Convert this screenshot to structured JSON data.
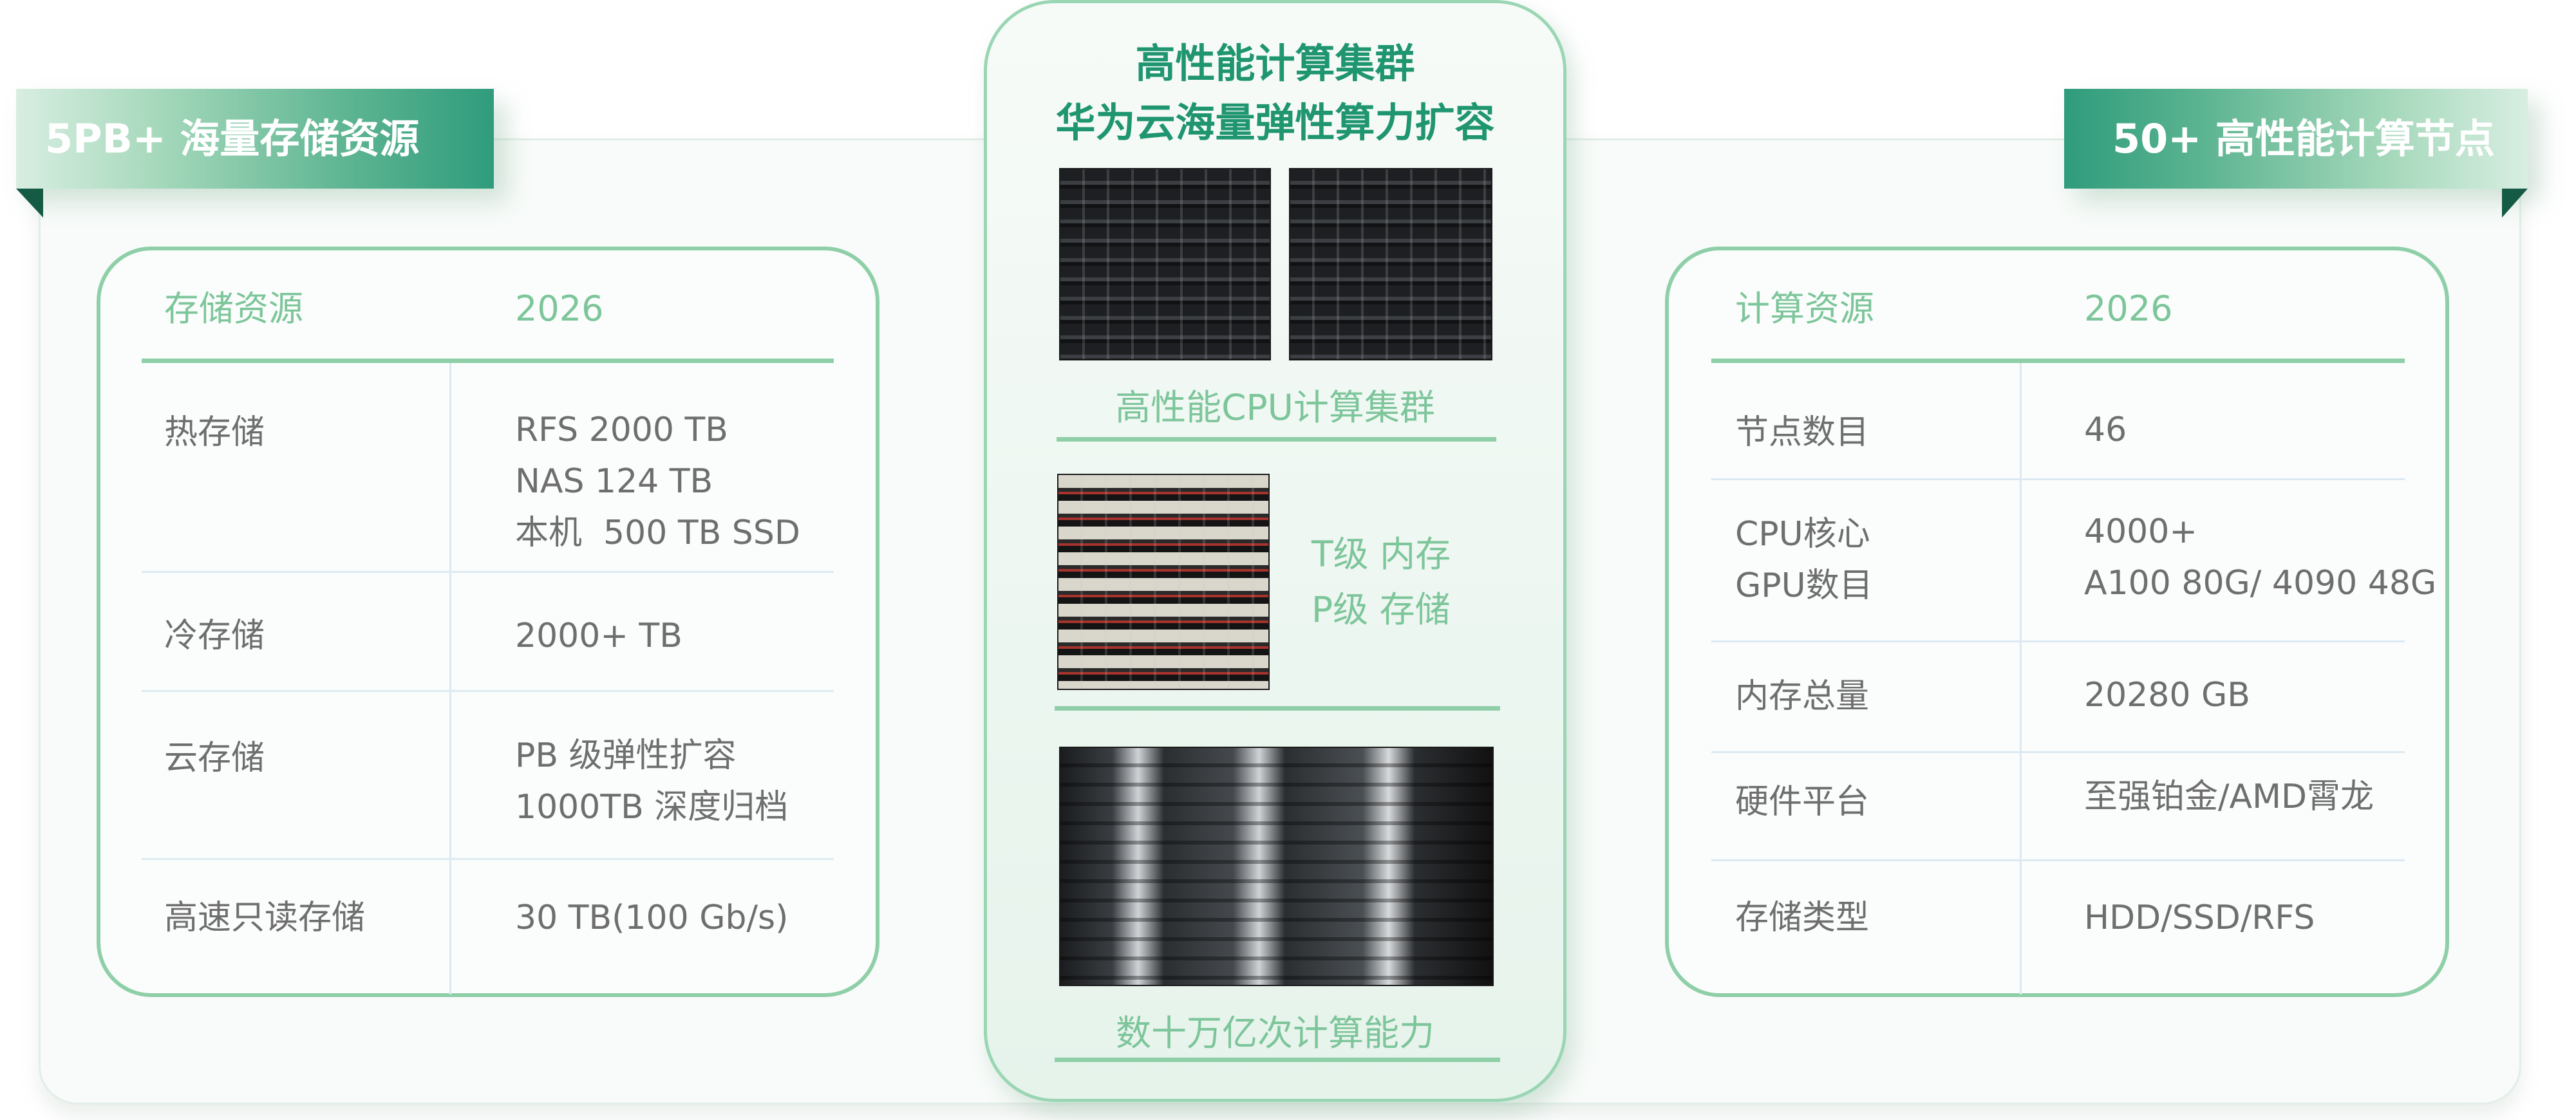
{
  "left_banner": {
    "title": "5PB+ 海量存储资源"
  },
  "right_banner": {
    "title": "50+ 高性能计算节点"
  },
  "storage_table": {
    "headers": [
      "存储资源",
      "2026"
    ],
    "rows": [
      {
        "label": "热存储",
        "value": "RFS 2000 TB\nNAS 124 TB\n本机  500 TB SSD"
      },
      {
        "label": "冷存储",
        "value": "2000+ TB"
      },
      {
        "label": "云存储",
        "value": "PB 级弹性扩容\n1000TB 深度归档"
      },
      {
        "label": "高速只读存储",
        "value": "30 TB(100 Gb/s)"
      }
    ]
  },
  "compute_table": {
    "headers": [
      "计算资源",
      "2026"
    ],
    "rows": [
      {
        "label": "节点数目",
        "value": "46"
      },
      {
        "label": "CPU核心\nGPU数目",
        "value": "4000+\nA100 80G/ 4090 48G"
      },
      {
        "label": "内存总量",
        "value": "20280 GB"
      },
      {
        "label": "硬件平台",
        "value": "至强铂金/AMD霄龙"
      },
      {
        "label": "存储类型",
        "value": "HDD/SSD/RFS"
      }
    ]
  },
  "center_panel": {
    "title_line1": "高性能计算集群",
    "title_line2": "华为云海量弹性算力扩容",
    "cpu_cluster_caption": "高性能CPU计算集群",
    "memory_label": "T级 内存",
    "storage_label": "P级 存储",
    "compute_caption": "数十万亿次计算能力"
  }
}
